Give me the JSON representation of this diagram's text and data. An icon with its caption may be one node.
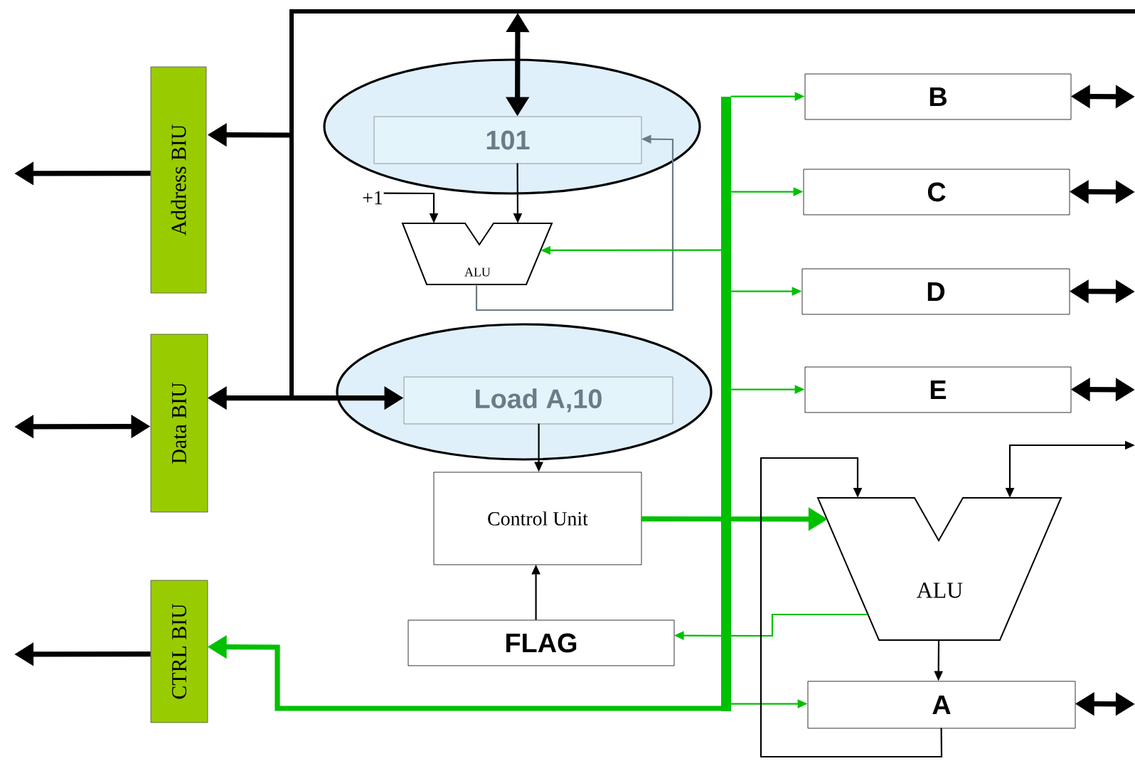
{
  "diagram": {
    "nodes": [
      {
        "text": [
          "Address BIU"
        ]
      },
      {
        "text": [
          "Data BIU"
        ]
      },
      {
        "text": [
          "CTRL BIU"
        ]
      },
      {
        "text": [],
        "shape": "ellipse"
      },
      {
        "text": [
          "101"
        ],
        "in": 3
      },
      {
        "text": [
          "ALU"
        ]
      },
      {
        "text": [],
        "shape": "ellipse"
      },
      {
        "text": [
          "Load A,10"
        ],
        "in": 6
      },
      {
        "text": [
          "Control Unit"
        ]
      },
      {
        "text": [
          "FLAG"
        ]
      },
      {
        "text": [
          "B"
        ]
      },
      {
        "text": [
          "C"
        ]
      },
      {
        "text": [
          "D"
        ]
      },
      {
        "text": [
          "E"
        ]
      },
      {
        "text": [
          "ALU"
        ]
      },
      {
        "text": [
          "A"
        ]
      },
      {
        "text": [],
        "shape": "bar"
      },
      {
        "text": [
          "+1"
        ]
      }
    ],
    "edges": [
      {
        "from": 0,
        "to": null,
        "arrow": "to",
        "style": "thick"
      },
      {
        "from": 1,
        "to": null,
        "arrow": "both",
        "style": "thick"
      },
      {
        "from": 2,
        "to": null,
        "arrow": "to",
        "style": "thick"
      },
      {
        "from": null,
        "to": 0,
        "arrow": "to",
        "style": "thick"
      },
      {
        "from": 1,
        "to": 7,
        "arrow": "both",
        "style": "thick"
      },
      {
        "from": null,
        "to": 4,
        "arrow": "both",
        "style": "thick"
      },
      {
        "from": 4,
        "to": 5,
        "arrow": "to"
      },
      {
        "from": 17,
        "to": 5,
        "arrow": "to"
      },
      {
        "from": 5,
        "to": 4,
        "arrow": "to",
        "color": "#6b7b87"
      },
      {
        "from": 7,
        "to": 8,
        "arrow": "to"
      },
      {
        "from": 9,
        "to": 8,
        "arrow": "to"
      },
      {
        "from": 16,
        "to": 10,
        "arrow": "to",
        "color": "#00c000"
      },
      {
        "from": 16,
        "to": 11,
        "arrow": "to",
        "color": "#00c000"
      },
      {
        "from": 16,
        "to": 12,
        "arrow": "to",
        "color": "#00c000"
      },
      {
        "from": 16,
        "to": 13,
        "arrow": "to",
        "color": "#00c000"
      },
      {
        "from": 16,
        "to": 15,
        "arrow": "to",
        "color": "#00c000"
      },
      {
        "from": 16,
        "to": 5,
        "arrow": "to",
        "color": "#00c000"
      },
      {
        "from": 8,
        "to": 14,
        "arrow": "to",
        "style": "thick",
        "color": "#00c000"
      },
      {
        "from": 16,
        "to": 2,
        "arrow": "to",
        "style": "thick",
        "color": "#00c000"
      },
      {
        "from": 14,
        "to": 9,
        "arrow": "to",
        "color": "#00c000"
      },
      {
        "from": 14,
        "to": 15,
        "arrow": "to"
      },
      {
        "from": 15,
        "to": 14,
        "arrow": "to"
      },
      {
        "from": null,
        "to": 14,
        "arrow": "both"
      },
      {
        "from": 10,
        "to": null,
        "arrow": "both",
        "style": "thick"
      },
      {
        "from": 11,
        "to": null,
        "arrow": "both",
        "style": "thick"
      },
      {
        "from": 12,
        "to": null,
        "arrow": "both",
        "style": "thick"
      },
      {
        "from": 13,
        "to": null,
        "arrow": "both",
        "style": "thick"
      },
      {
        "from": 15,
        "to": null,
        "arrow": "both",
        "style": "thick"
      }
    ]
  }
}
